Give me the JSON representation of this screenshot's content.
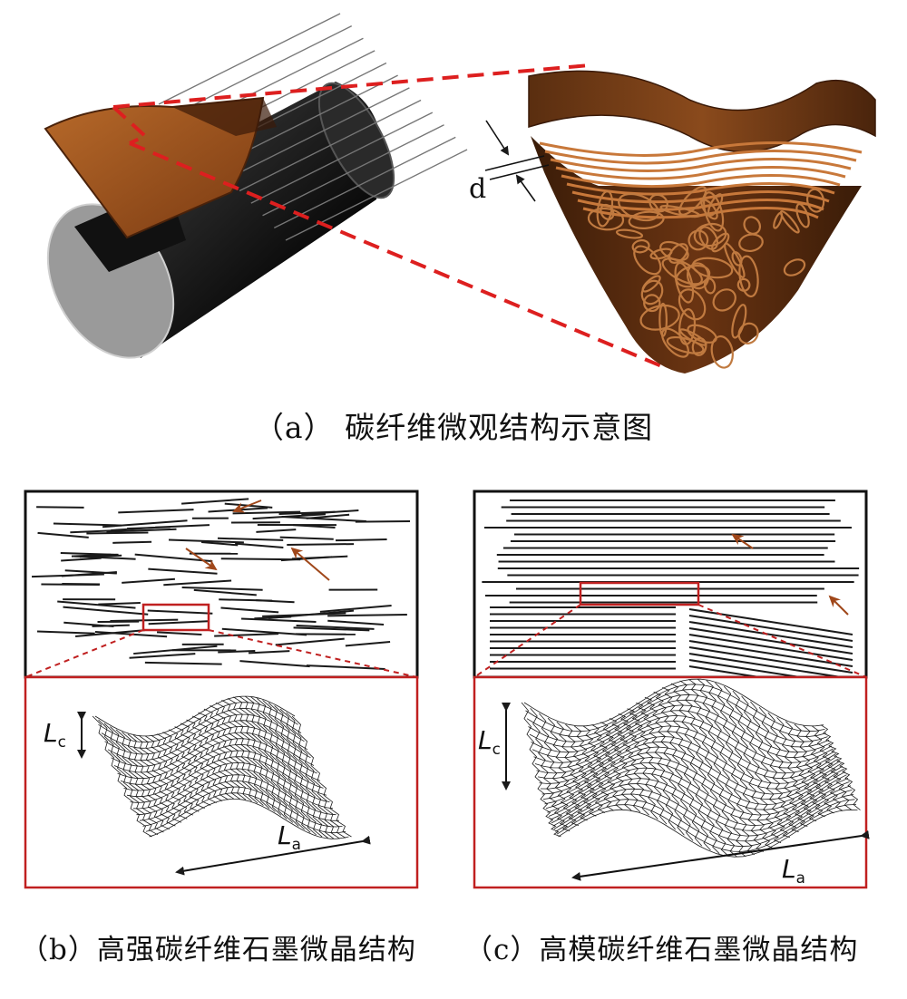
{
  "figure_a": {
    "caption": "（a） 碳纤维微观结构示意图",
    "thickness_label": "d",
    "colors": {
      "fiber_body": "#1a1a1a",
      "fiber_end": "#9a9a9a",
      "sheet": "#8a4a1c",
      "sheet_edge": "#c8783a",
      "guide_lines": "#dd1f1f"
    }
  },
  "figure_b": {
    "caption": "（b）高强碳纤维石墨微晶结构",
    "lc_label": "L",
    "lc_sub": "c",
    "la_label": "L",
    "la_sub": "a"
  },
  "figure_c": {
    "caption": "（c）高模碳纤维石墨微晶结构",
    "lc_label": "L",
    "lc_sub": "c",
    "la_label": "L",
    "la_sub": "a"
  },
  "colors": {
    "arrow": "#a0471a",
    "frame": "#c02020",
    "line": "#1a1a1a"
  }
}
